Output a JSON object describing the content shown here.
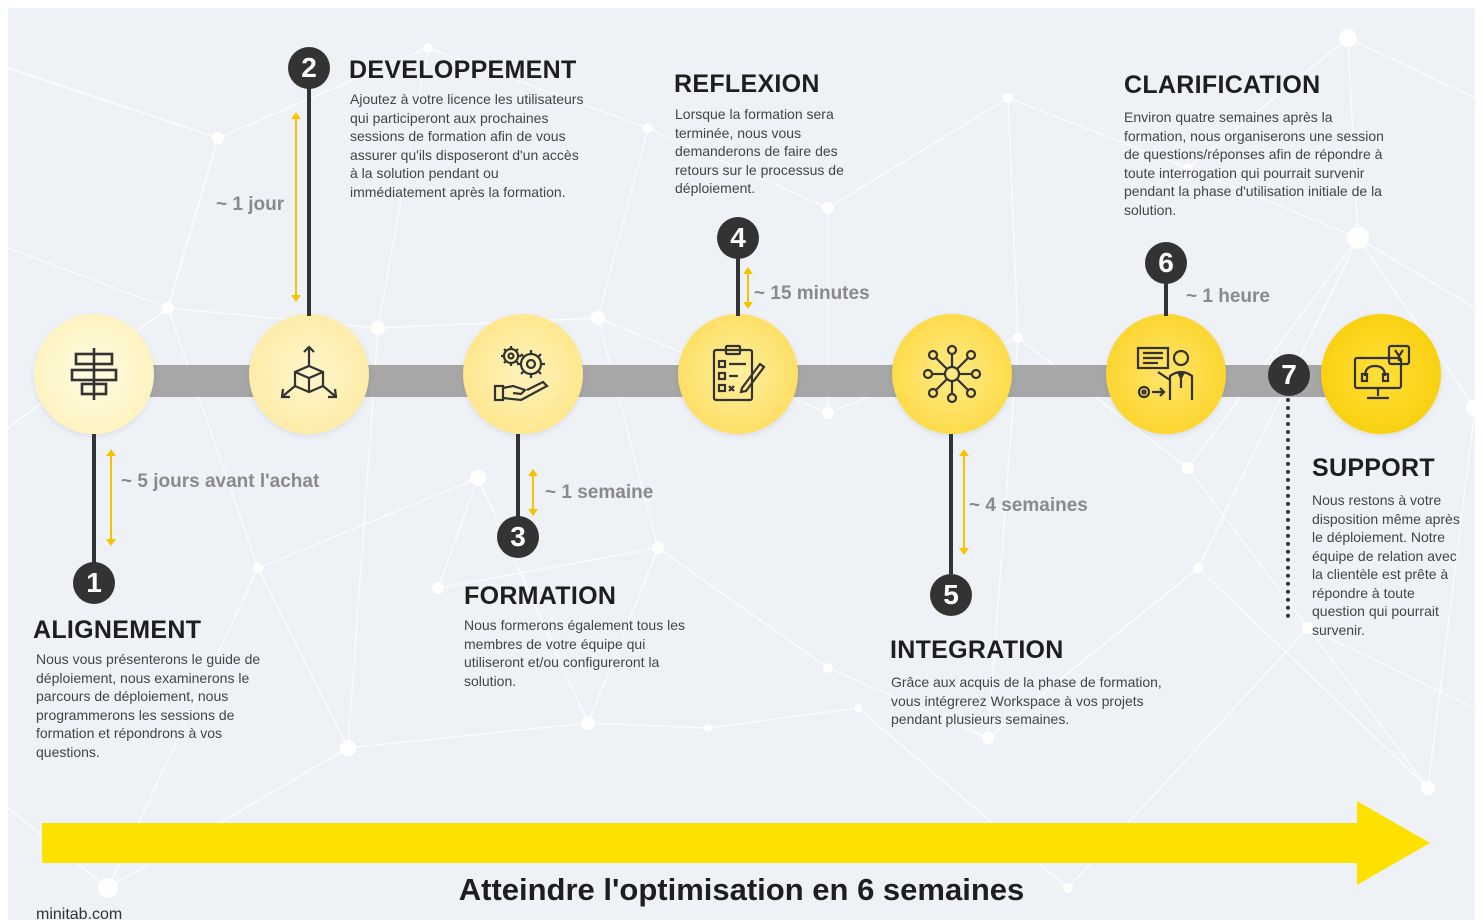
{
  "steps": [
    {
      "number": "1",
      "title": "ALIGNEMENT",
      "duration": "~ 5 jours avant l'achat",
      "description": "Nous vous présenterons le guide de déploiement, nous examinerons le parcours de déploiement, nous programmerons les sessions de formation et répondrons à vos questions.",
      "icon": "alignment-icon"
    },
    {
      "number": "2",
      "title": "DEVELOPPEMENT",
      "duration": "~ 1 jour",
      "description": "Ajoutez à votre licence les utilisateurs qui participeront aux prochaines sessions de formation afin de vous assurer qu'ils disposeront d'un accès à la solution pendant ou immédiatement après la formation.",
      "icon": "3d-cube-icon"
    },
    {
      "number": "3",
      "title": "FORMATION",
      "duration": "~ 1 semaine",
      "description": "Nous formerons également tous les membres de votre équipe qui utiliseront et/ou configureront la solution.",
      "icon": "gears-hand-icon"
    },
    {
      "number": "4",
      "title": "REFLEXION",
      "duration": "~ 15 minutes",
      "description": "Lorsque la formation sera terminée, nous vous demanderons de faire des retours sur le processus de déploiement.",
      "icon": "checklist-icon"
    },
    {
      "number": "5",
      "title": "INTEGRATION",
      "duration": "~ 4 semaines",
      "description": "Grâce aux acquis de la phase de formation, vous intégrerez Workspace à vos projets pendant plusieurs semaines.",
      "icon": "network-hub-icon"
    },
    {
      "number": "6",
      "title": "CLARIFICATION",
      "duration": "~ 1 heure",
      "description": "Environ quatre semaines après la formation, nous organiserons une session de questions/réponses afin de répondre à toute interrogation qui pourrait survenir pendant la phase d'utilisation initiale de la solution.",
      "icon": "presenter-icon"
    },
    {
      "number": "7",
      "title": "SUPPORT",
      "duration": "",
      "description": "Nous restons à votre disposition même après le déploiement. Notre équipe de relation avec la clientèle est prête à répondre à toute question qui pourrait survenir.",
      "icon": "support-monitor-icon"
    }
  ],
  "headline": "Atteindre l'optimisation en 6 semaines",
  "footer_url": "minitab.com",
  "colors": {
    "accent": "#ffe100",
    "timeline": "#a7a7a7",
    "badge": "#333333",
    "duration_text": "#8a8a8a"
  }
}
